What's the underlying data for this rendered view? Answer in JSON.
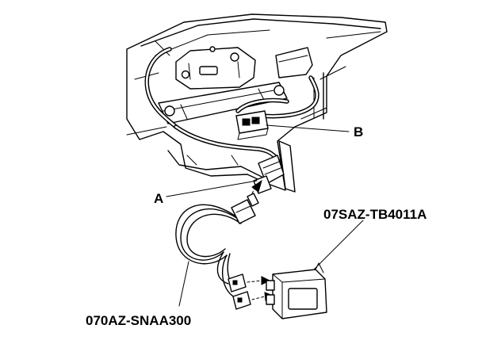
{
  "callouts": {
    "a": "A",
    "b": "B"
  },
  "parts": {
    "harness": "070AZ-SNAA300",
    "control_unit": "07SAZ-TB4011A"
  }
}
